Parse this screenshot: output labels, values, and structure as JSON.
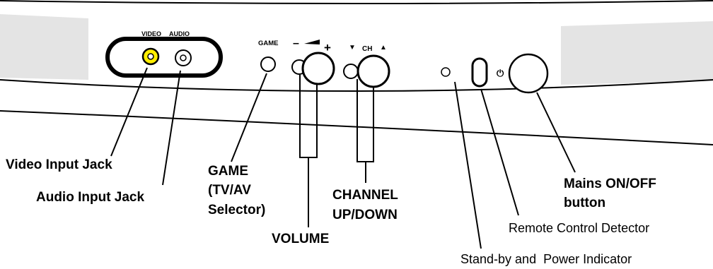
{
  "panel": {
    "jack_video": "VIDEO",
    "jack_audio": "AUDIO",
    "game": "GAME",
    "vol_minus": "–",
    "vol_plus": "+",
    "ch_down": "▼",
    "ch": "CH",
    "ch_up": "▲",
    "power_symbol": "⏻"
  },
  "callouts": {
    "video_input": "Video Input Jack",
    "audio_input": "Audio Input Jack",
    "game_line1": "GAME",
    "game_line2": "(TV/AV",
    "game_line3": "Selector)",
    "volume": "VOLUME",
    "channel_line1": "CHANNEL",
    "channel_line2": "UP/DOWN",
    "mains_line1": "Mains ON/OFF",
    "mains_line2": "button",
    "remote": "Remote Control Detector",
    "standby": "Stand-by and  Power Indicator"
  },
  "colors": {
    "video_jack": "#ffee00",
    "panel_shade": "#e4e4e4"
  }
}
